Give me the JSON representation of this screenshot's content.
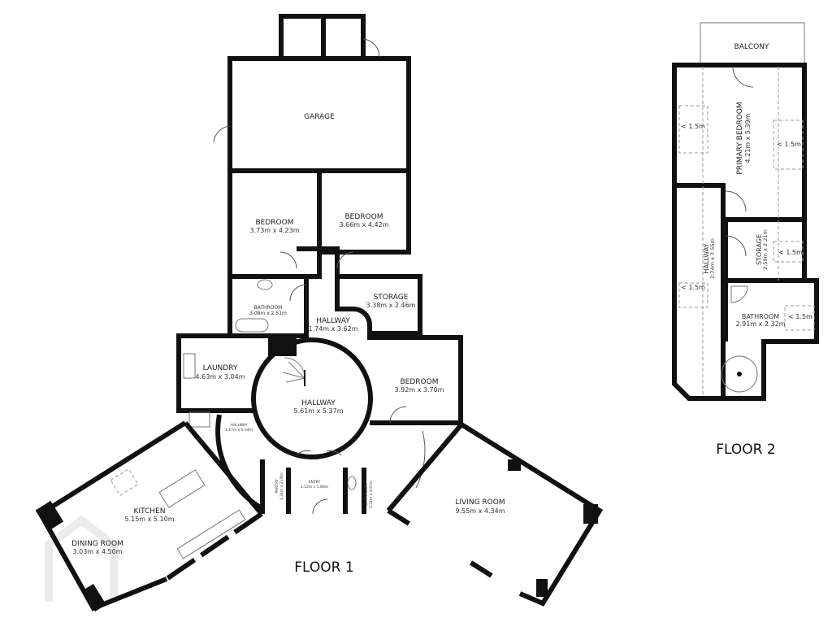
{
  "floor1": {
    "title": "FLOOR 1",
    "rooms": [
      {
        "name": "GARAGE",
        "dims": ""
      },
      {
        "name": "BEDROOM",
        "dims": "3.73m x 4.23m"
      },
      {
        "name": "BEDROOM",
        "dims": "3.66m x 4.42m"
      },
      {
        "name": "BATHROOM",
        "dims": "3.08m x 2.51m"
      },
      {
        "name": "HALLWAY",
        "dims": "1.74m x 3.62m"
      },
      {
        "name": "STORAGE",
        "dims": "3.38m x 2.46m"
      },
      {
        "name": "LAUNDRY",
        "dims": "4.63m x 3.04m"
      },
      {
        "name": "HALLWAY",
        "dims": "5.61m x 5.37m"
      },
      {
        "name": "BEDROOM",
        "dims": "3.92m x 3.70m"
      },
      {
        "name": "HALLWAY",
        "dims": "1.17m x 5.34m"
      },
      {
        "name": "PANTRY",
        "dims": "1.34m x 2.08m"
      },
      {
        "name": "ENTRY",
        "dims": "2.12m x 1.86m"
      },
      {
        "name": "BATHROOM",
        "dims": "1.31m x 1.97m"
      },
      {
        "name": "KITCHEN",
        "dims": "5.15m x 5.10m"
      },
      {
        "name": "DINING ROOM",
        "dims": "3.03m x 4.50m"
      },
      {
        "name": "LIVING ROOM",
        "dims": "9.55m x 4.34m"
      }
    ]
  },
  "floor2": {
    "title": "FLOOR 2",
    "rooms": [
      {
        "name": "BALCONY",
        "dims": ""
      },
      {
        "name": "PRIMARY BEDROOM",
        "dims": "4.21m x 5.39m"
      },
      {
        "name": "HALLWAY",
        "dims": "2.74m x 7.55m"
      },
      {
        "name": "STORAGE",
        "dims": "2.59m x 2.21m"
      },
      {
        "name": "BATHROOM",
        "dims": "2.91m x 2.32m"
      }
    ],
    "ceiling_notes": [
      "< 1.5m",
      "< 1.5m",
      "< 1.5m",
      "< 1.5m",
      "< 1.5m"
    ]
  }
}
